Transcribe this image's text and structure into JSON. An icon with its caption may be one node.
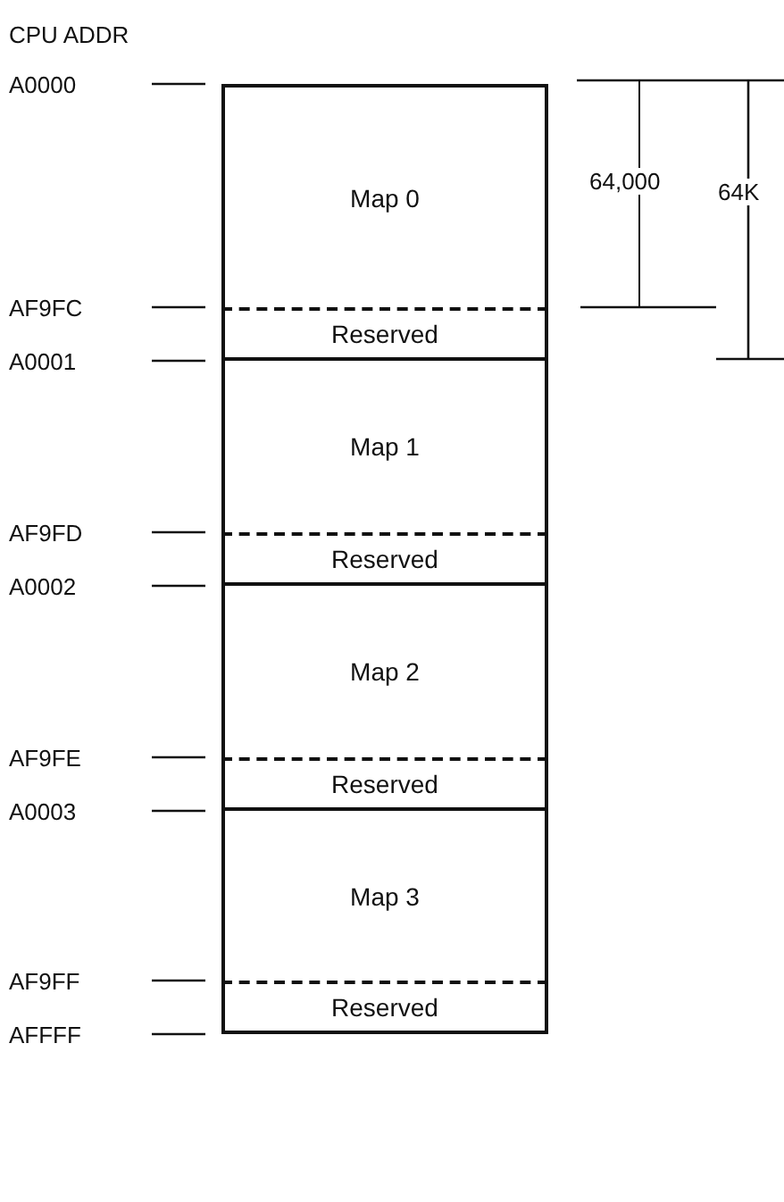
{
  "diagram": {
    "nodes": [
      {
        "text": [
          "Map 0"
        ]
      },
      {
        "text": [
          "Reserved"
        ]
      },
      {
        "text": [
          "Map 1"
        ]
      },
      {
        "text": [
          "Reserved"
        ]
      },
      {
        "text": [
          "Map 2"
        ]
      },
      {
        "text": [
          "Reserved"
        ]
      },
      {
        "text": [
          "Map 3"
        ]
      },
      {
        "text": [
          "Reserved"
        ]
      }
    ],
    "edges": [],
    "labels": [
      "CPU ADDR",
      "A0000",
      "64,000",
      "64K",
      "AF9FC",
      "A0001",
      "AF9FD",
      "A0002",
      "AF9FE",
      "A0003",
      "AF9FF",
      "AFFFF"
    ]
  }
}
